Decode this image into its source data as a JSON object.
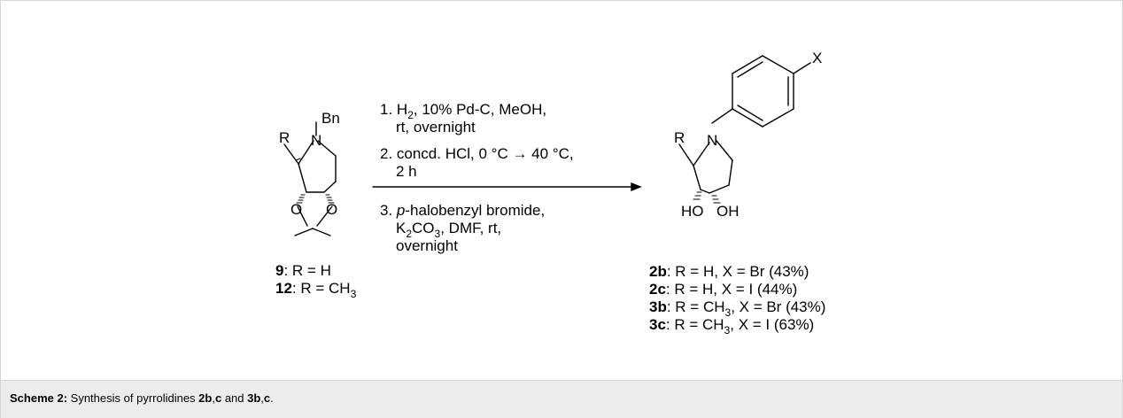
{
  "reactant": {
    "R": "R",
    "Bn": "Bn",
    "N": "N",
    "O1": "O",
    "O2": "O",
    "labels": [
      {
        "id": "9",
        "text": ": R = H"
      },
      {
        "id": "12",
        "text": ": R = CH",
        "sub": "3"
      }
    ]
  },
  "conditions": {
    "step1_a": "1. H",
    "step1_sub": "2",
    "step1_b": ", 10% Pd-C, MeOH,",
    "step1_c": "rt, overnight",
    "step2_a": "2. concd. HCl, 0 °C → 40 °C,",
    "step2_b": "2 h",
    "step3_num": "3. ",
    "step3_italic": "p",
    "step3_a": "-halobenzyl bromide,",
    "step3_b1": "K",
    "step3_b1sub": "2",
    "step3_b2": "CO",
    "step3_b2sub": "3",
    "step3_b3": ", DMF, rt,",
    "step3_c": "overnight"
  },
  "product": {
    "R": "R",
    "X": "X",
    "N": "N",
    "HO": "HO",
    "OH": "OH",
    "labels": [
      {
        "id": "2b",
        "text": ": R = H, X = Br (43%)"
      },
      {
        "id": "2c",
        "text": ": R = H, X = I (44%)"
      },
      {
        "id": "3b",
        "pre": ": R = CH",
        "sub": "3",
        "text": ", X = Br (43%)"
      },
      {
        "id": "3c",
        "pre": ": R = CH",
        "sub": "3",
        "text": ", X = I (63%)"
      }
    ]
  },
  "caption": {
    "label": "Scheme 2:",
    "t1": " Synthesis of pyrrolidines ",
    "b1": "2b",
    "t2": ",",
    "b2": "c",
    "t3": " and ",
    "b3": "3b",
    "t4": ",",
    "b4": "c",
    "t5": "."
  }
}
